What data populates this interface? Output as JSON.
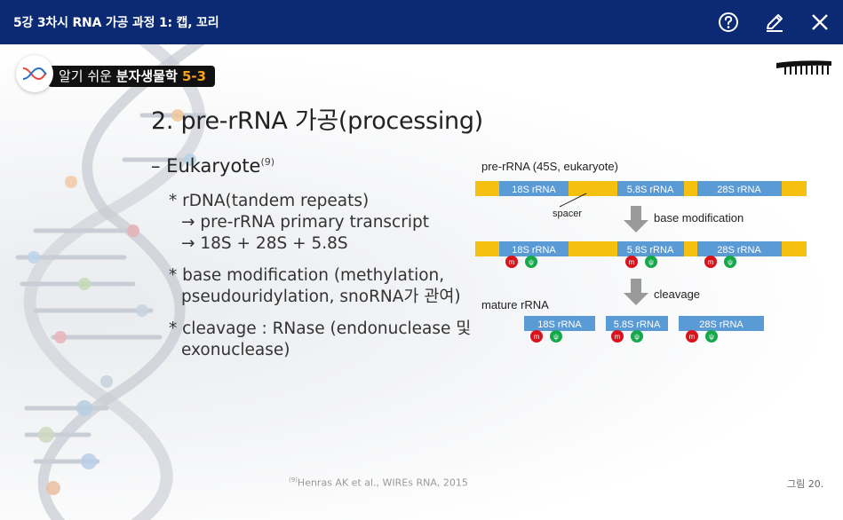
{
  "window": {
    "title": "5강 3차시 RNA 가공 과정 1: 캡, 꼬리",
    "icons": [
      "help-icon",
      "pencil-icon",
      "close-icon"
    ]
  },
  "slide": {
    "logo": {
      "prefix": "알기 쉬운 ",
      "strong": "분자생물학 ",
      "num": "5-3"
    },
    "heading": "2. pre-rRNA 가공(processing)",
    "subheading": {
      "text": "– Eukaryote",
      "ref": "(9)"
    },
    "bullets": [
      {
        "lines": [
          "* rDNA(tandem repeats)",
          "→ pre-rRNA primary transcript",
          "→ 18S + 28S + 5.8S"
        ]
      },
      {
        "lines": [
          "* base modification (methylation,",
          "pseudouridylation, snoRNA가 관여)"
        ]
      },
      {
        "lines": [
          "* cleavage : RNase (endonuclease 및",
          "exonuclease)"
        ]
      }
    ],
    "diagram": {
      "title": "pre-rRNA (45S, eukaryote)",
      "spacer_label": "spacer",
      "step1_label": "base modification",
      "step2_label": "cleavage",
      "mature_label": "mature rRNA",
      "segments": [
        "18S rRNA",
        "5.8S rRNA",
        "28S rRNA"
      ],
      "mods": [
        "m",
        "ψ"
      ],
      "colors": {
        "spacer": "#f5c00f",
        "rrna": "#5b9bd5",
        "m": "#d9131b",
        "psi": "#14a84a",
        "arrow": "#9a9a9a"
      }
    },
    "citation": {
      "ref": "(9)",
      "text": "Henras AK et al., WIREs RNA, 2015"
    },
    "figure_number": "그림 20."
  }
}
